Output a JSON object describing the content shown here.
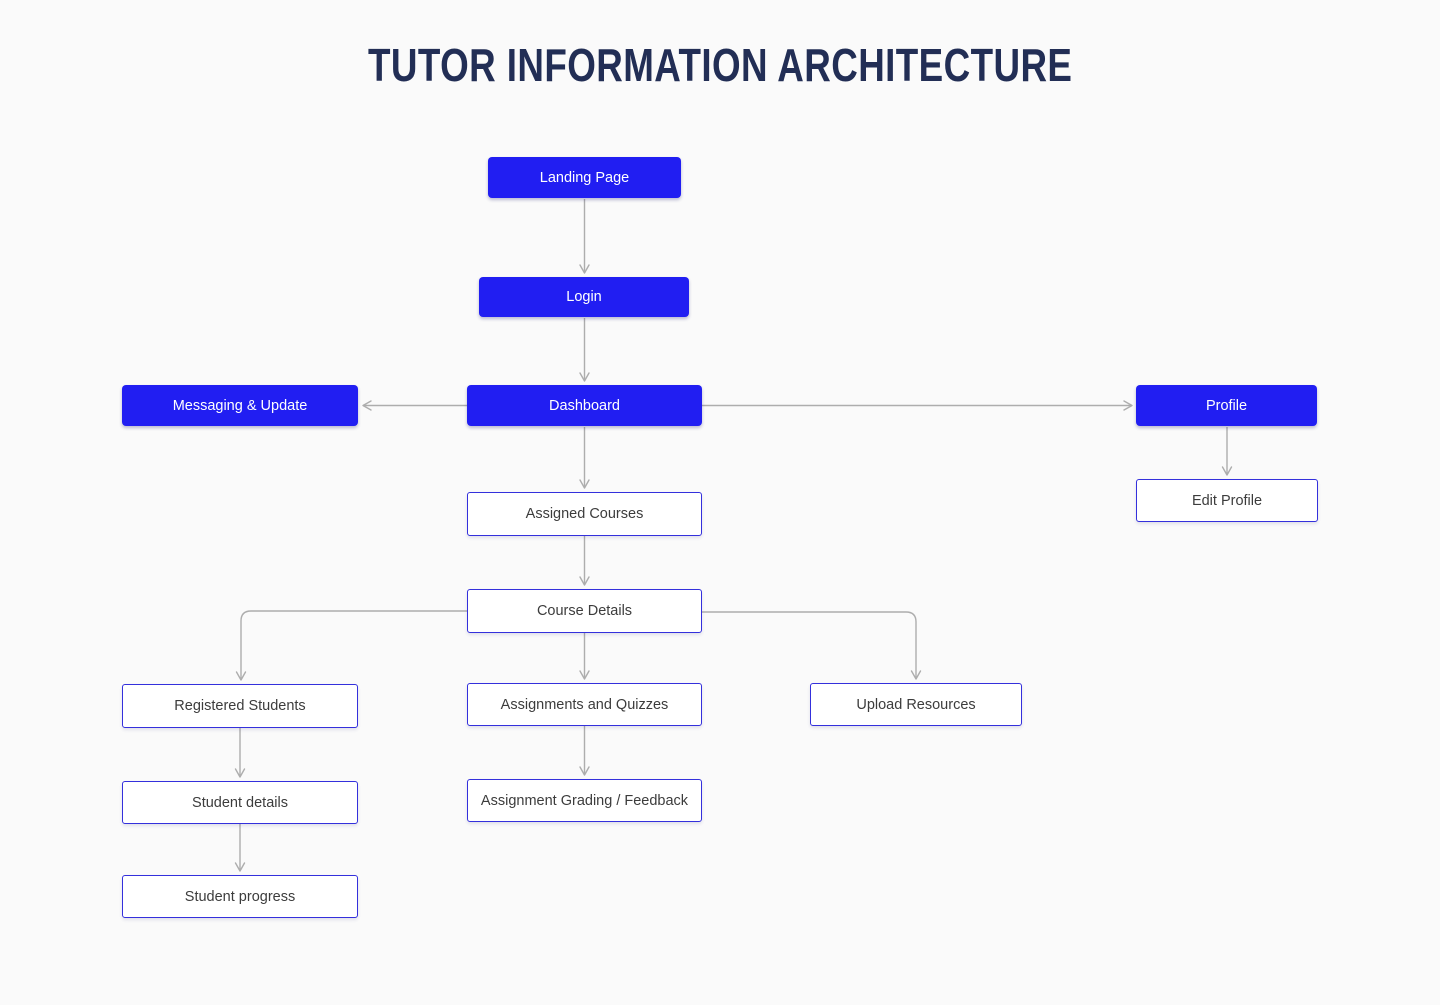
{
  "title": "TUTOR INFORMATION ARCHITECTURE",
  "nodes": {
    "landing_page": {
      "label": "Landing Page",
      "type": "primary"
    },
    "login": {
      "label": "Login",
      "type": "primary"
    },
    "dashboard": {
      "label": "Dashboard",
      "type": "primary"
    },
    "messaging_update": {
      "label": "Messaging & Update",
      "type": "primary"
    },
    "profile": {
      "label": "Profile",
      "type": "primary"
    },
    "edit_profile": {
      "label": "Edit Profile",
      "type": "secondary"
    },
    "assigned_courses": {
      "label": "Assigned Courses",
      "type": "secondary"
    },
    "course_details": {
      "label": "Course Details",
      "type": "secondary"
    },
    "registered_students": {
      "label": "Registered Students",
      "type": "secondary"
    },
    "assignments_quizzes": {
      "label": "Assignments and Quizzes",
      "type": "secondary"
    },
    "upload_resources": {
      "label": "Upload Resources",
      "type": "secondary"
    },
    "student_details": {
      "label": "Student details",
      "type": "secondary"
    },
    "student_progress": {
      "label": "Student progress",
      "type": "secondary"
    },
    "assignment_grading": {
      "label": "Assignment Grading / Feedback",
      "type": "secondary"
    }
  },
  "colors": {
    "primary": "#211EF2",
    "border": "#3430DC",
    "arrow": "#ADADAD",
    "title": "#222E55"
  }
}
